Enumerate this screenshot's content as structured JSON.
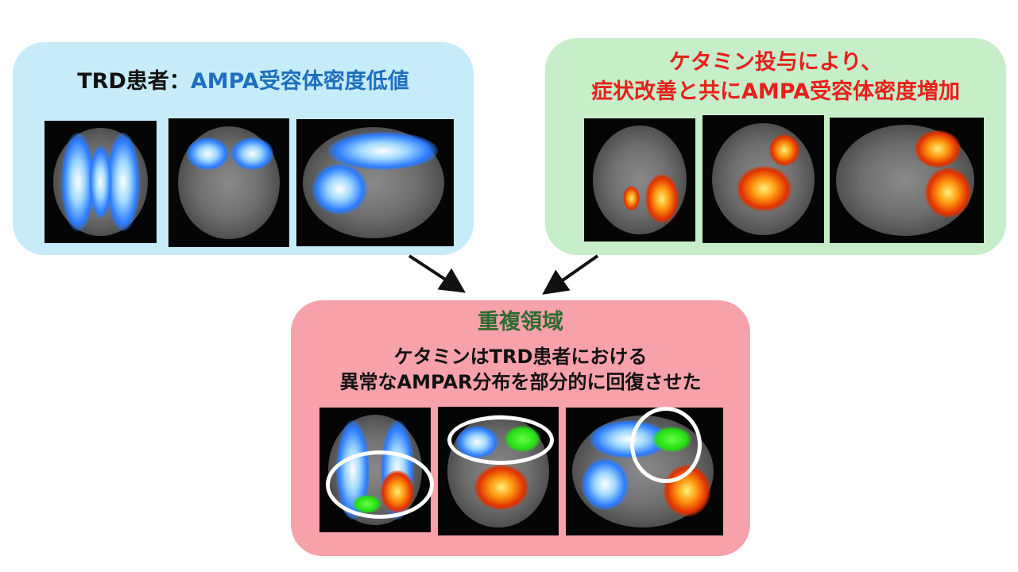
{
  "top_left": {
    "prefix": "TRD患者：",
    "highlight": "AMPA受容体密度低値",
    "color_prefix": "#111111",
    "color_highlight": "#1f6fc0"
  },
  "top_right": {
    "line1": "ケタミン投与により、",
    "line2": "症状改善と共にAMPA受容体密度増加",
    "color": "#e8201c"
  },
  "bottom": {
    "title": "重複領域",
    "line1": "ケタミンはTRD患者における",
    "line2": "異常なAMPAR分布を部分的に回復させた",
    "title_color": "#2e6b2e"
  },
  "colors": {
    "blue_panel": "#c6ecf9",
    "green_panel": "#c6efc9",
    "pink_panel": "#f7a2ab"
  }
}
